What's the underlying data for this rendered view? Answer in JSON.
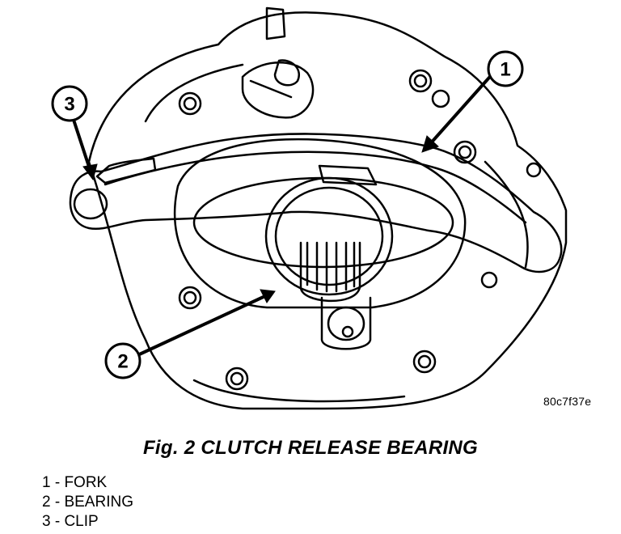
{
  "figure": {
    "reference_code": "80c7f37e",
    "callouts": [
      {
        "number": "1"
      },
      {
        "number": "2"
      },
      {
        "number": "3"
      }
    ]
  },
  "caption": "Fig. 2 CLUTCH RELEASE BEARING",
  "legend": [
    {
      "text": "1 - FORK"
    },
    {
      "text": "2 - BEARING"
    },
    {
      "text": "3 - CLIP"
    }
  ]
}
